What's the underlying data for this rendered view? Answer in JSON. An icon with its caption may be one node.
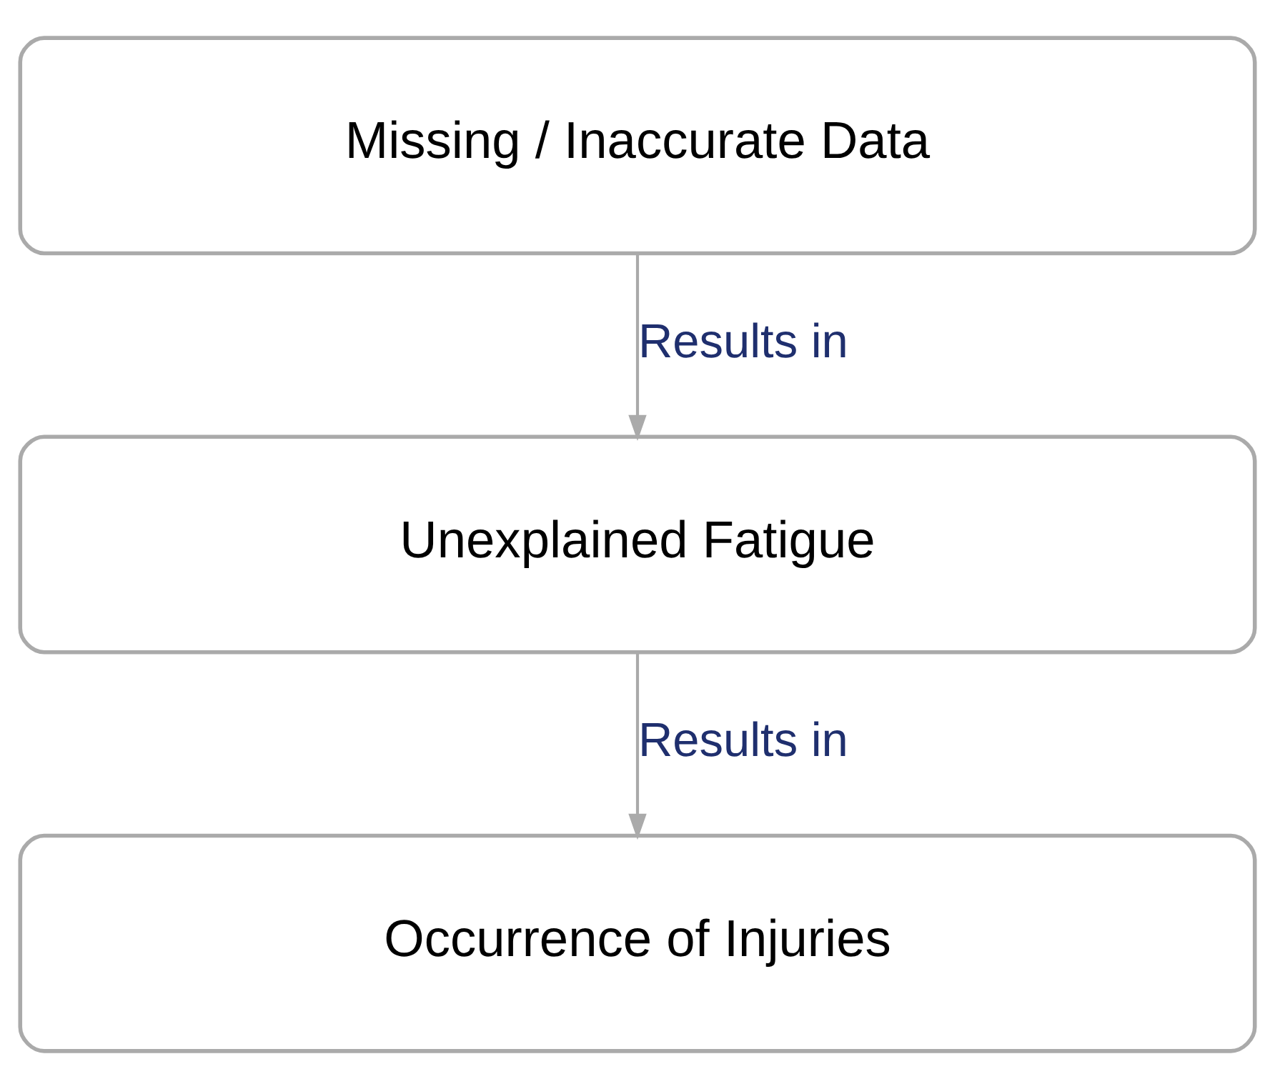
{
  "diagram": {
    "nodes": [
      {
        "text": [
          "Missing / Inaccurate Data"
        ]
      },
      {
        "text": [
          "Unexplained Fatigue"
        ]
      },
      {
        "text": [
          "Occurrence of Injuries"
        ]
      }
    ],
    "edges": [
      {
        "from": 0,
        "to": 1,
        "arrow": "to",
        "label": "Results in"
      },
      {
        "from": 1,
        "to": 2,
        "arrow": "to",
        "label": "Results in"
      }
    ]
  }
}
